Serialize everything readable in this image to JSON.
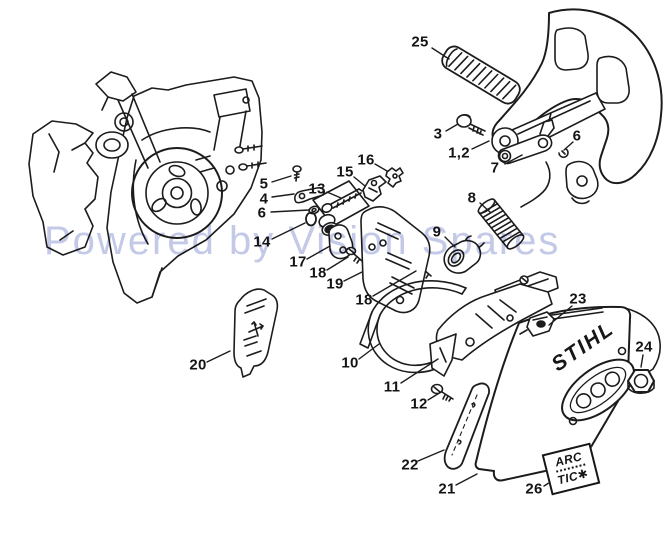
{
  "watermark": {
    "text": "Powered by Vision Spares",
    "color": "#c3c9e6"
  },
  "cover": {
    "brand": "STIHL"
  },
  "arctic": {
    "line1": "ARC",
    "line2": "TIC✱"
  },
  "line_color": "#1c1c1c",
  "labels": [
    {
      "text": "25"
    },
    {
      "text": "3"
    },
    {
      "text": "1,2"
    },
    {
      "text": "6"
    },
    {
      "text": "7"
    },
    {
      "text": "8"
    },
    {
      "text": "9"
    },
    {
      "text": "16"
    },
    {
      "text": "15"
    },
    {
      "text": "13"
    },
    {
      "text": "5"
    },
    {
      "text": "4"
    },
    {
      "text": "6"
    },
    {
      "text": "14"
    },
    {
      "text": "17"
    },
    {
      "text": "18"
    },
    {
      "text": "19"
    },
    {
      "text": "18"
    },
    {
      "text": "20"
    },
    {
      "text": "10"
    },
    {
      "text": "11"
    },
    {
      "text": "12"
    },
    {
      "text": "22"
    },
    {
      "text": "21"
    },
    {
      "text": "23"
    },
    {
      "text": "24"
    },
    {
      "text": "26"
    }
  ]
}
